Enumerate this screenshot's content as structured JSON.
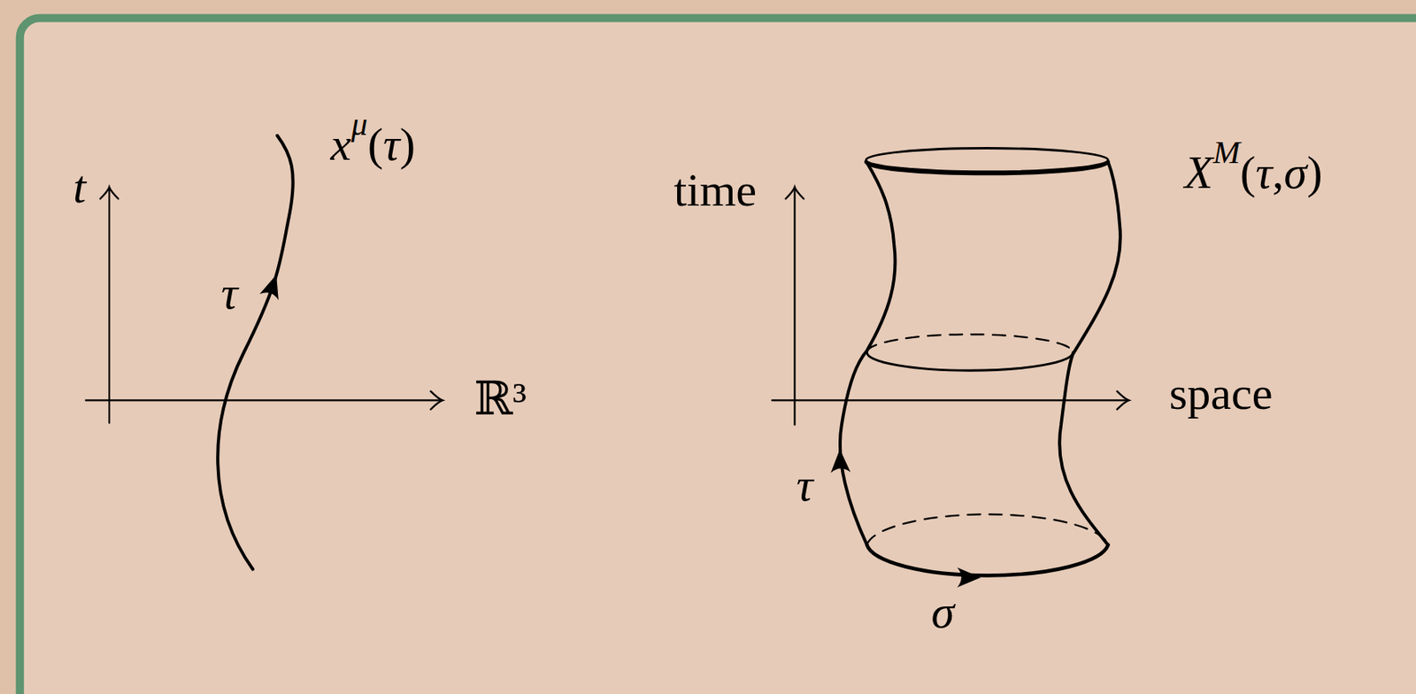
{
  "diagram": {
    "labels": [
      "xμ(τ)",
      "t",
      "τ",
      "ℝ³",
      "XM(τ,σ)",
      "time",
      "space",
      "τ",
      "σ"
    ]
  }
}
